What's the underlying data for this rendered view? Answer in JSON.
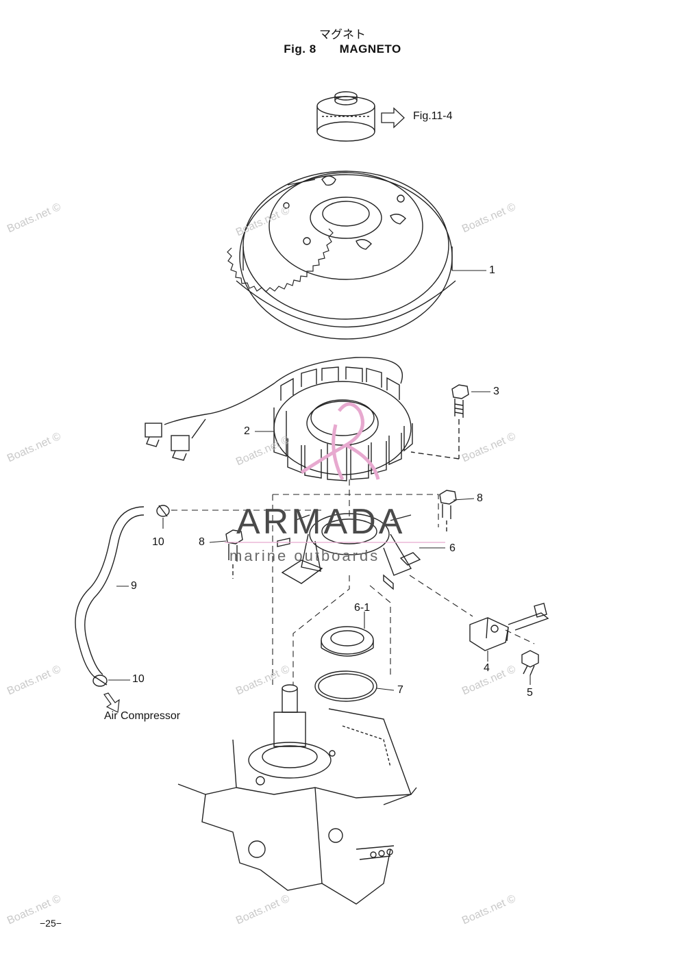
{
  "header": {
    "title_jp": "マグネト",
    "fig_label": "Fig. 8",
    "title_en": "MAGNETO"
  },
  "refs": {
    "fig_ref": "Fig.11-4",
    "air_compressor": "Air Compressor"
  },
  "callouts": {
    "c1": "1",
    "c2": "2",
    "c3": "3",
    "c4": "4",
    "c5": "5",
    "c6": "6",
    "c6_1": "6-1",
    "c7": "7",
    "c8a": "8",
    "c8b": "8",
    "c9": "9",
    "c10a": "10",
    "c10b": "10"
  },
  "watermarks": {
    "site": "Boats.net ©",
    "brand": "ARMADA",
    "brand_sub": "marine outboards"
  },
  "footer": {
    "page_number": "−25−"
  }
}
